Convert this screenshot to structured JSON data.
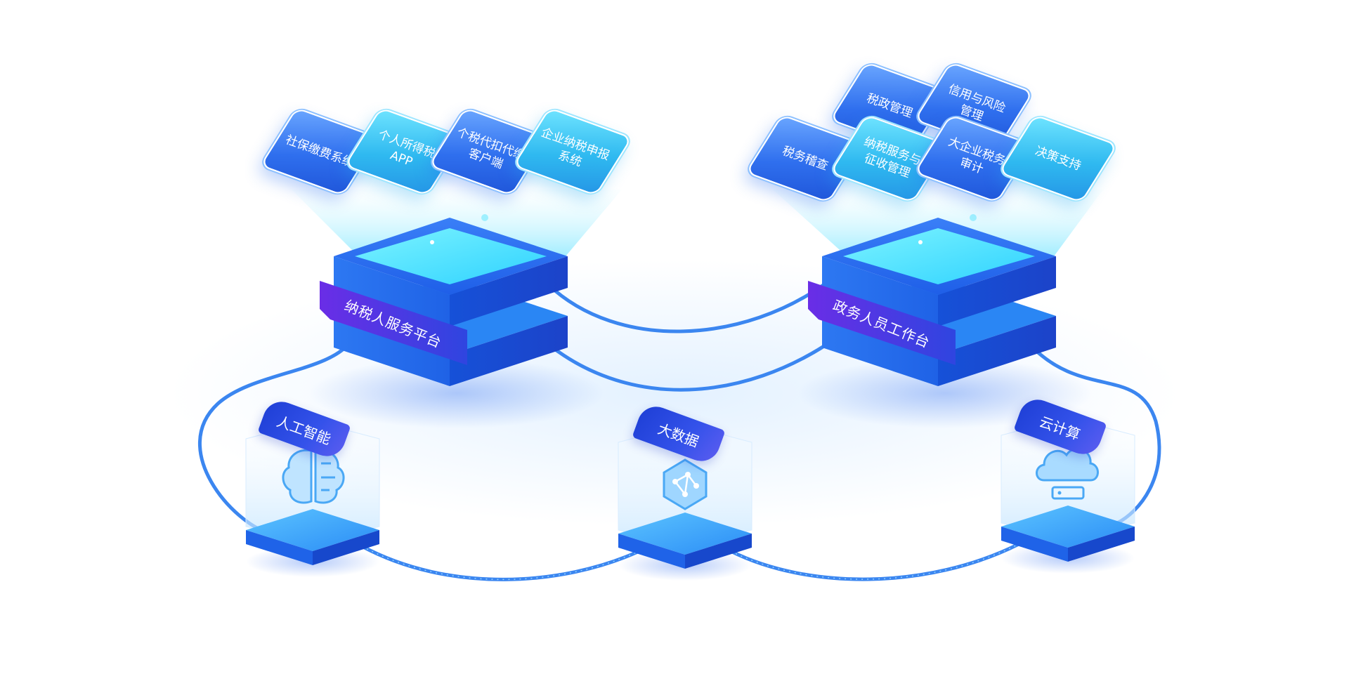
{
  "platforms": {
    "taxpayer": {
      "title": "纳税人服务平台",
      "cards": [
        {
          "text": "社保缴费系统"
        },
        {
          "text": "个人所得税APP"
        },
        {
          "text": "个税代扣代缴\n客户端"
        },
        {
          "text": "企业纳税申报\n系统"
        }
      ]
    },
    "government": {
      "title": "政务人员工作台",
      "cards": [
        {
          "text": "税政管理"
        },
        {
          "text": "信用与风险\n管理"
        },
        {
          "text": "税务稽查"
        },
        {
          "text": "纳税服务与\n征收管理"
        },
        {
          "text": "大企业税务\n审计"
        },
        {
          "text": "决策支持"
        }
      ]
    }
  },
  "technologies": [
    {
      "label": "人工智能",
      "icon": "brain-icon"
    },
    {
      "label": "大数据",
      "icon": "hexagon-network-icon"
    },
    {
      "label": "云计算",
      "icon": "cloud-server-icon"
    }
  ],
  "colors": {
    "primary_blue": "#1f5fe8",
    "cyan": "#46dcff",
    "violet": "#4a2fe0",
    "connector": "#3b86f0"
  }
}
